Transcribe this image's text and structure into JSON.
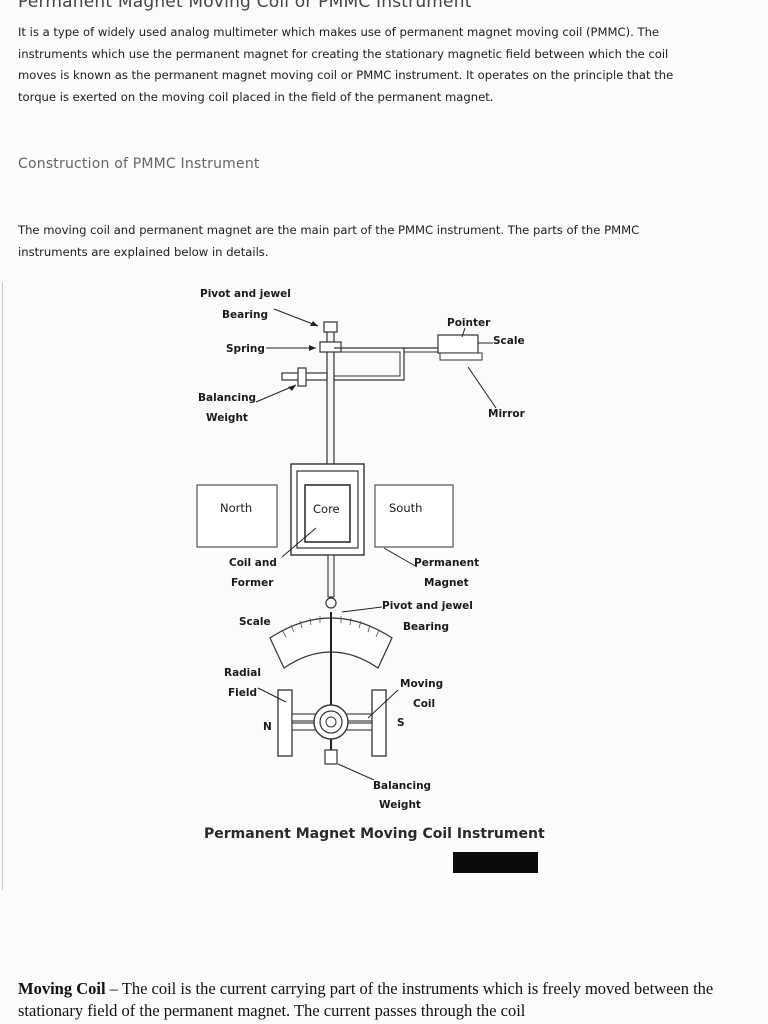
{
  "page": {
    "heading": "Permanent Magnet Moving Coil or PMMC Instrument",
    "intro": "It is a type of widely used analog multimeter which makes use of permanent magnet moving coil (PMMC). The instruments which use the permanent magnet for creating the stationary magnetic field between which the coil moves is known as the permanent magnet moving coil or PMMC instrument. It operates on the principle that the torque is exerted on the moving coil placed in the field of the permanent magnet.",
    "section_heading": "Construction of PMMC Instrument",
    "section_intro": "The moving coil and permanent magnet are the main part of the PMMC instrument. The parts of the PMMC instruments are explained below in details."
  },
  "figure": {
    "labels": {
      "pivot_top_1": "Pivot and jewel",
      "pivot_top_2": "Bearing",
      "spring": "Spring",
      "balancing_top_1": "Balancing",
      "balancing_top_2": "Weight",
      "pointer": "Pointer",
      "scale_top": "Scale",
      "mirror": "Mirror",
      "north": "North",
      "core": "Core",
      "south": "South",
      "coil_former_1": "Coil and",
      "coil_former_2": "Former",
      "permanent_magnet_1": "Permanent",
      "permanent_magnet_2": "Magnet",
      "pivot_bottom_1": "Pivot and jewel",
      "pivot_bottom_2": "Bearing",
      "scale_bottom": "Scale",
      "radial_field_1": "Radial",
      "radial_field_2": "Field",
      "moving_coil_1": "Moving",
      "moving_coil_2": "Coil",
      "pole_n": "N",
      "pole_s": "S",
      "balancing_bottom_1": "Balancing",
      "balancing_bottom_2": "Weight"
    },
    "caption": "Permanent Magnet Moving Coil Instrument"
  },
  "body": {
    "term": "Moving Coil",
    "text": " – The coil is the current carrying part of the instruments which is freely moved between the stationary field of the permanent magnet. The current passes through the coil"
  }
}
